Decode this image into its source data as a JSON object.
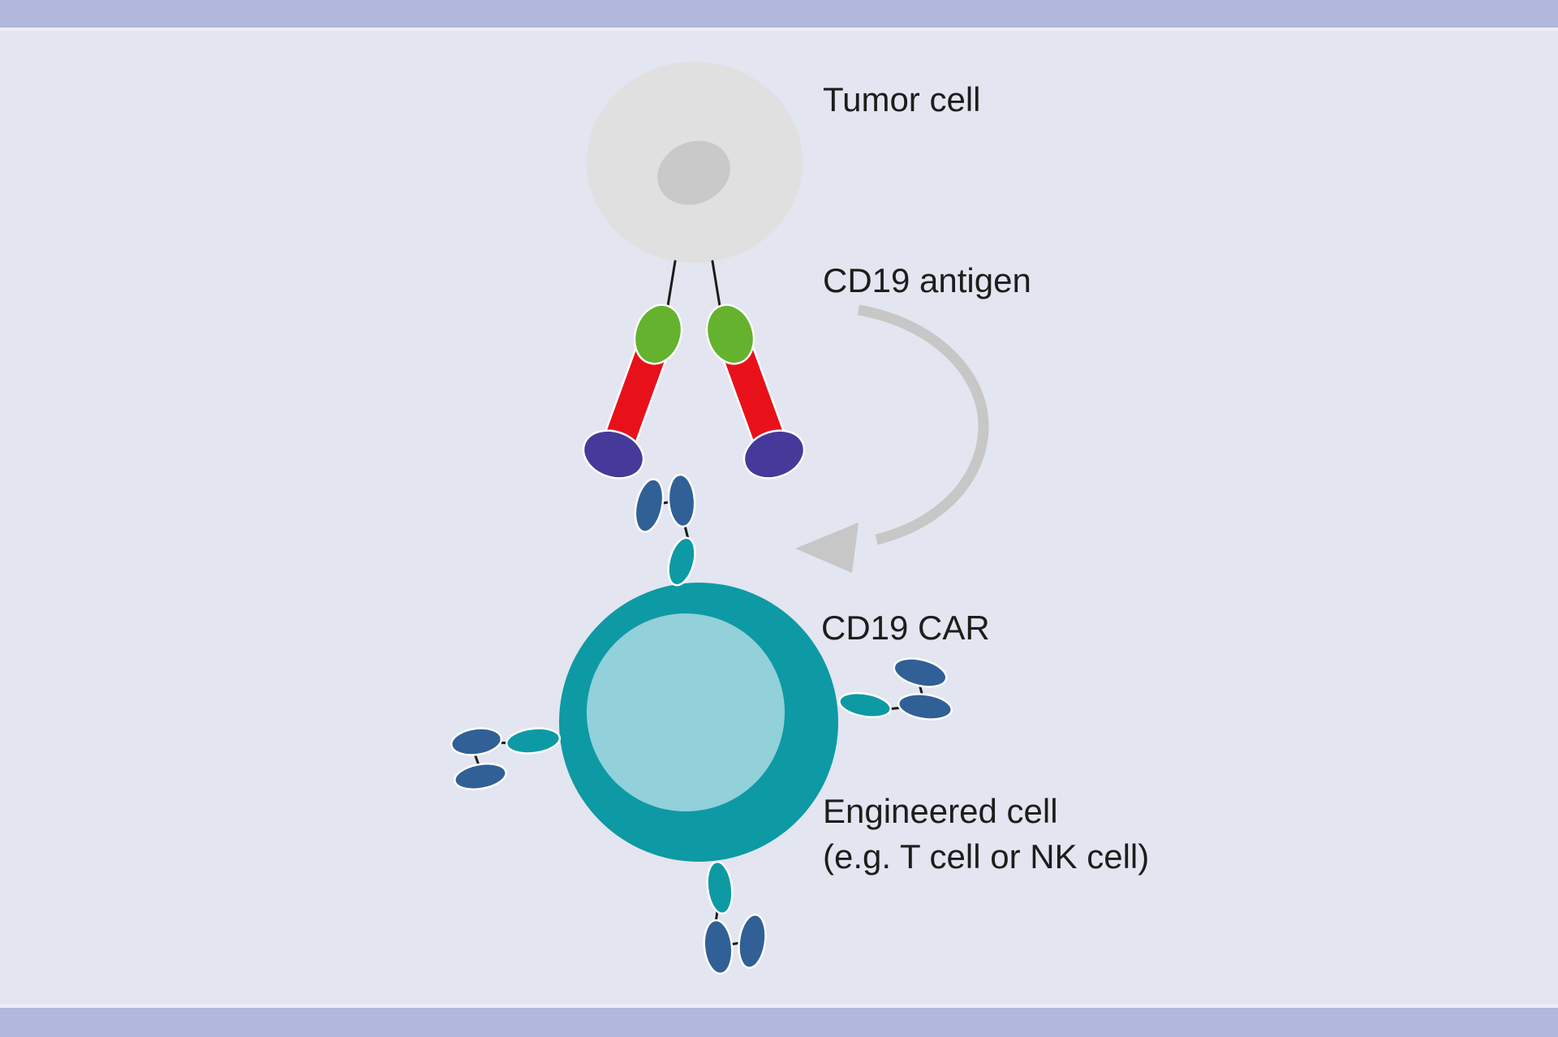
{
  "labels": {
    "tumor_cell": "Tumor cell",
    "cd19_antigen": "CD19 antigen",
    "cd19_car": "CD19 CAR",
    "engineered_cell_line1": "Engineered cell",
    "engineered_cell_line2": "(e.g. T cell or NK cell)"
  },
  "colors": {
    "background": "#e3e5f1",
    "band": "#b1b8db",
    "band_edge": "#edeff8",
    "tumor_gray": "#e0e0e1",
    "nucleus_gray": "#c9c9ca",
    "antigen_green": "#64b22e",
    "antigen_red": "#e8111a",
    "antigen_purple": "#45399a",
    "receptor_blue": "#306096",
    "receptor_teal": "#0d9aa4",
    "cell_teal": "#0d9aa4",
    "cell_inner_cyan": "#92d0da",
    "arrow_gray": "#c6c7c6",
    "line_black": "#1c1c1c",
    "text": "#1d1d1b"
  }
}
